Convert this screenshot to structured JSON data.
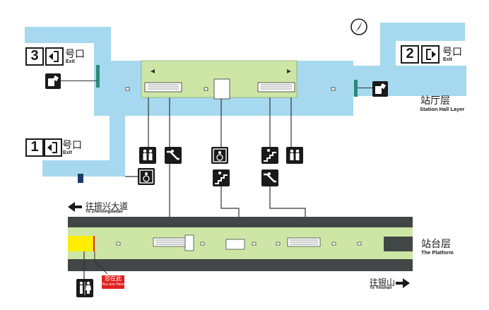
{
  "station_hall": {
    "label_cn": "站厅层",
    "label_en": "Station Hall Layer"
  },
  "platform": {
    "label_cn": "站台层",
    "label_en": "The Platform"
  },
  "exits": [
    {
      "number": "3",
      "suffix_cn": "号口",
      "suffix_en": "Exit",
      "direction": "left"
    },
    {
      "number": "2",
      "suffix_cn": "号口",
      "suffix_en": "Exit",
      "direction": "right"
    },
    {
      "number": "1",
      "suffix_cn": "号口",
      "suffix_en": "Exit",
      "direction": "left"
    }
  ],
  "directions": {
    "left": {
      "cn": "往振兴大道",
      "en": "To Zhenxingdadao"
    },
    "right": {
      "cn": "往银山",
      "en": "To Yinshan"
    }
  },
  "you_are_here": {
    "cn": "您在此",
    "en": "You are Here"
  },
  "colors": {
    "hall": "#a6d9ef",
    "concourse": "#cde6a6",
    "platform": "#cde6a6",
    "track": "#414646",
    "highlight": "#ffee00",
    "here": "#e02020",
    "door": "#2a8a7a",
    "icon": "#1a1a1a"
  },
  "icons": [
    "compass-icon",
    "elevator-icon",
    "escalator-icon",
    "accessible-elevator-icon",
    "stairs-icon",
    "toilet-icon",
    "ticket-machine-icon"
  ]
}
